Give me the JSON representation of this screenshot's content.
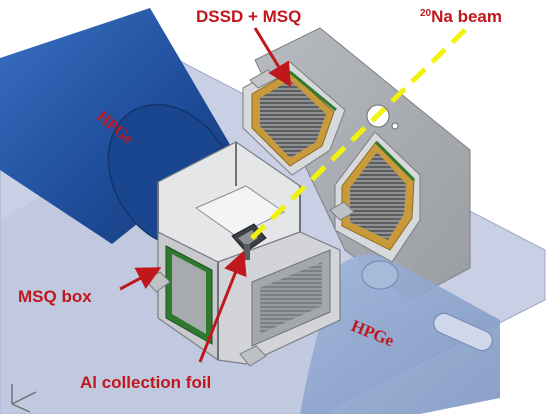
{
  "labels": {
    "dssd_msq": "DSSD + MSQ",
    "beam_superscript": "20",
    "beam_text": "Na beam",
    "hpge_top": "HPGe",
    "hpge_bottom": "HPGe",
    "msq_box": "MSQ box",
    "al_foil": "Al collection foil"
  },
  "colors": {
    "annotation": "#c0171c",
    "beam": "#f2f20a",
    "hpge_top": "#1f4e9c",
    "hpge_bottom": "#8aa3cc",
    "floor": "#c9d0e6",
    "plate": "#a9acb1",
    "frame": "#c7c9cc",
    "detector_green": "#2f7a2f",
    "detector_gold": "#c89a3c"
  }
}
